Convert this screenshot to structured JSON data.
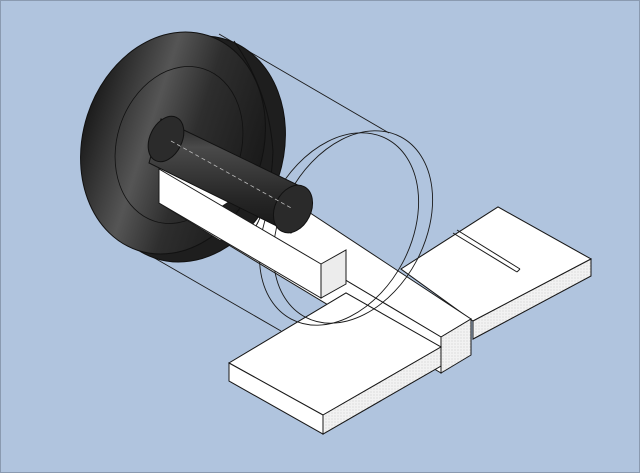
{
  "diagram": {
    "description_visible_text": "",
    "colors": {
      "background": "#b0c4de",
      "outline": "#1a1a1a",
      "solid_face": "#ffffff",
      "solid_shade": "#e8e8e8",
      "dark_body": "#2b2b2b",
      "dark_highlight": "#5a5a5a"
    },
    "parts": [
      {
        "id": "disk",
        "icon": "dark-disk-wheel"
      },
      {
        "id": "shaft",
        "icon": "dark-cylinder-shaft"
      },
      {
        "id": "bar",
        "icon": "white-square-bar"
      },
      {
        "id": "block-left",
        "icon": "white-slab-left"
      },
      {
        "id": "block-right",
        "icon": "white-slab-right"
      },
      {
        "id": "ghost-ring",
        "icon": "wireframe-cylinder-outline"
      }
    ]
  }
}
